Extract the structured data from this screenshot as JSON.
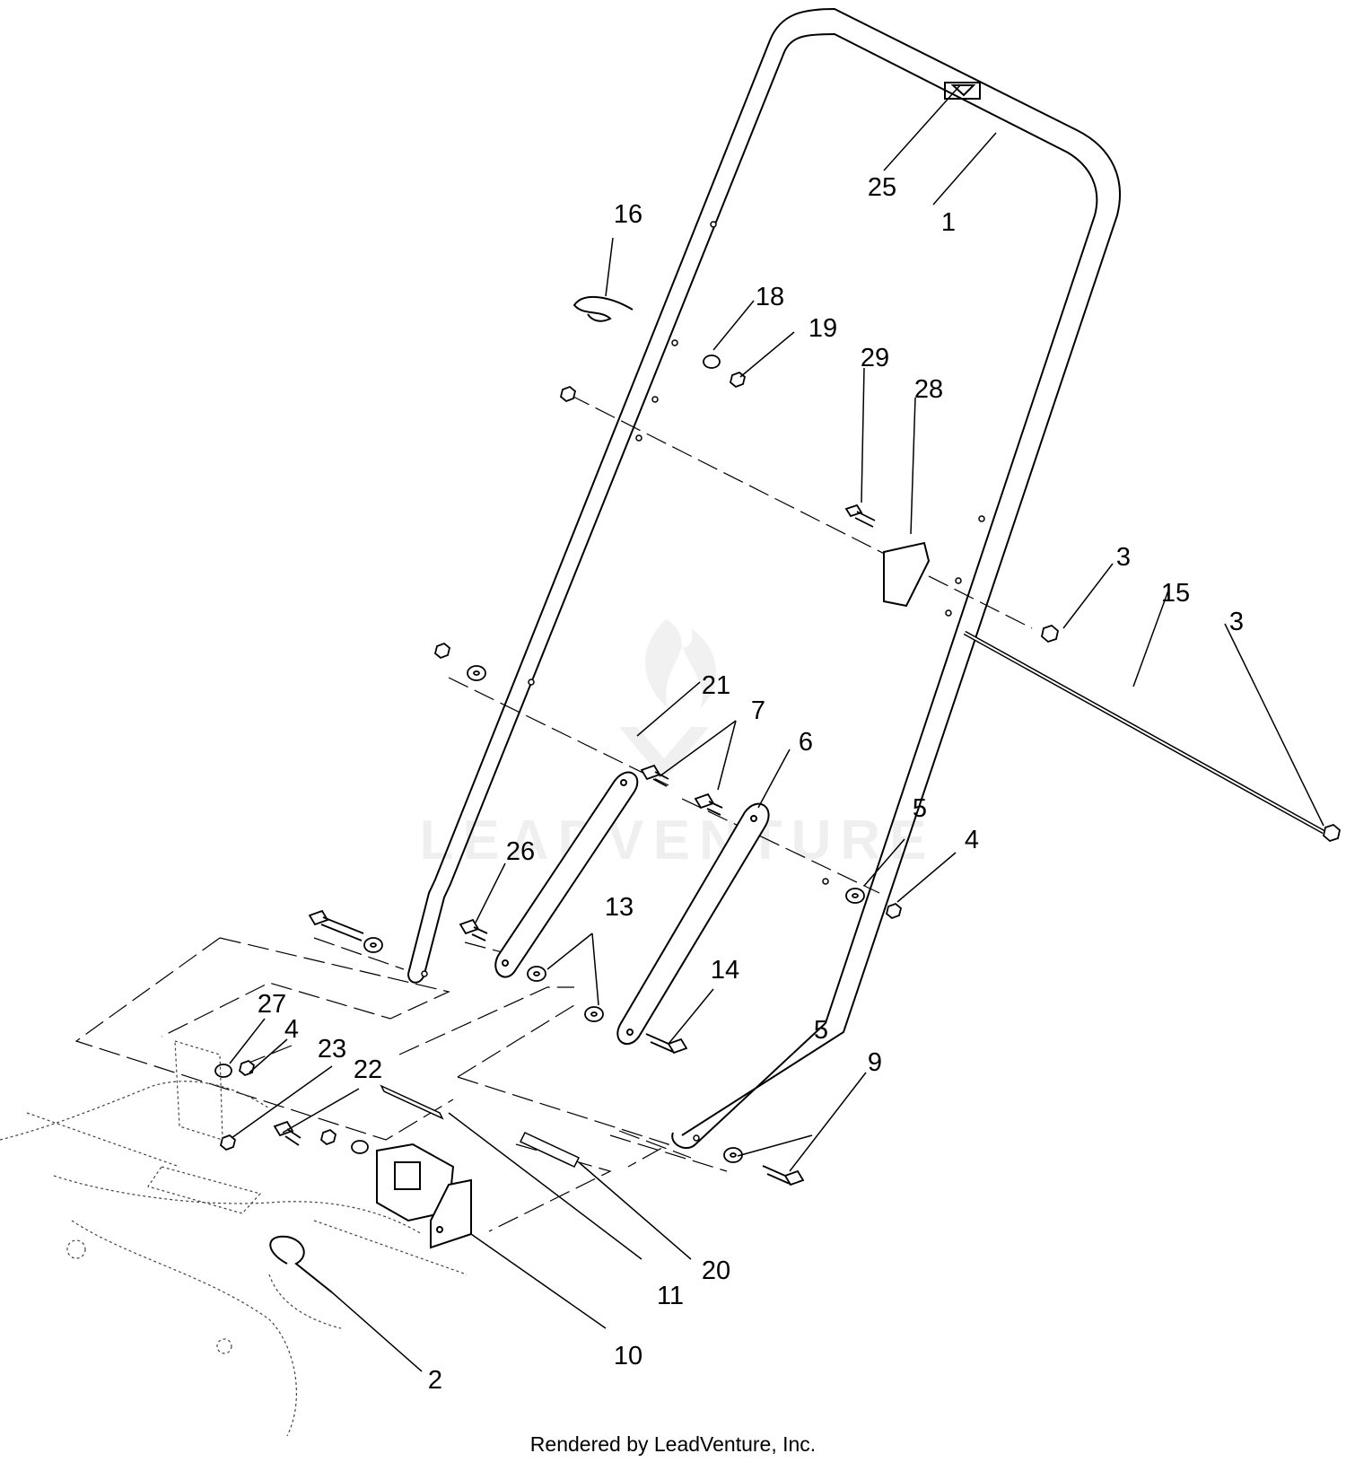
{
  "diagram": {
    "callouts": [
      "1",
      "2",
      "3",
      "3",
      "4",
      "4",
      "5",
      "5",
      "6",
      "7",
      "9",
      "10",
      "11",
      "13",
      "14",
      "15",
      "16",
      "18",
      "19",
      "20",
      "21",
      "22",
      "23",
      "25",
      "26",
      "27",
      "28",
      "29"
    ],
    "watermark": "LEADVENTURE"
  },
  "footer": {
    "text": "Rendered by LeadVenture, Inc."
  }
}
